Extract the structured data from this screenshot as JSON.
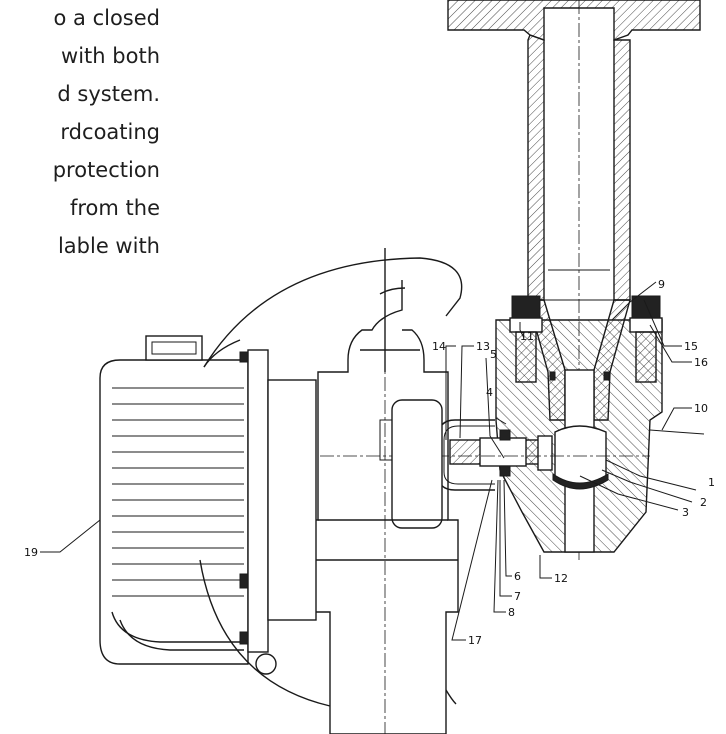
{
  "text_lines": [
    "o a closed",
    "with both",
    "d  system.",
    "rdcoating",
    "protection",
    "from  the",
    "lable with"
  ],
  "callouts": [
    "1",
    "2",
    "3",
    "4",
    "5",
    "6",
    "7",
    "8",
    "9",
    "10",
    "11",
    "12",
    "13",
    "14",
    "15",
    "16",
    "17",
    "19"
  ],
  "colors": {
    "ink": "#1a1a1a",
    "text": "#1e1e1e",
    "paper": "#ffffff"
  }
}
